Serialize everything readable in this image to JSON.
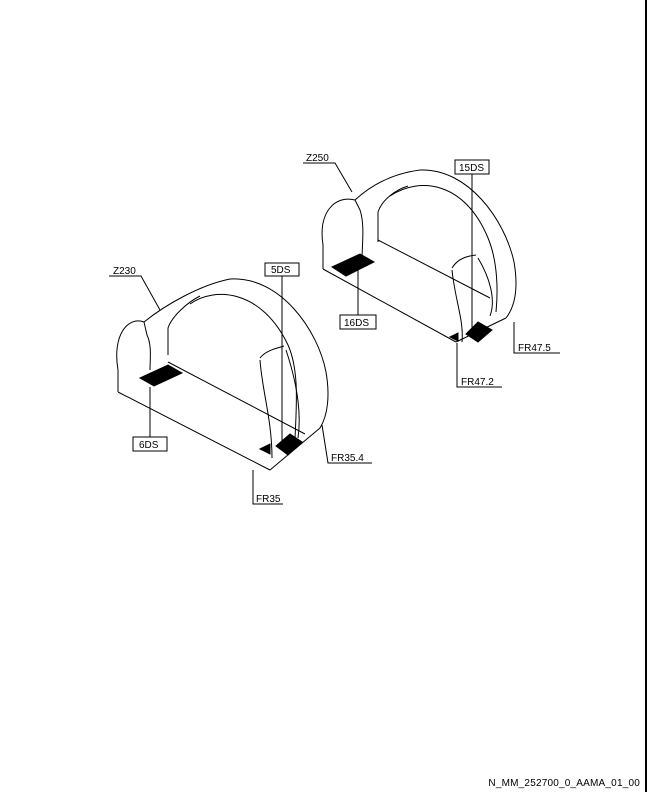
{
  "diagram": {
    "zones": {
      "left": {
        "zone": "Z230",
        "labels": {
          "top": "5DS",
          "bottom": "6DS"
        },
        "frames": {
          "aft": "FR35.4",
          "fwd": "FR35"
        }
      },
      "right": {
        "zone": "Z250",
        "labels": {
          "top": "15DS",
          "bottom": "16DS"
        },
        "frames": {
          "aft": "FR47.5",
          "fwd": "FR47.2"
        }
      }
    },
    "document_ref": "N_MM_252700_0_AAMA_01_00"
  }
}
